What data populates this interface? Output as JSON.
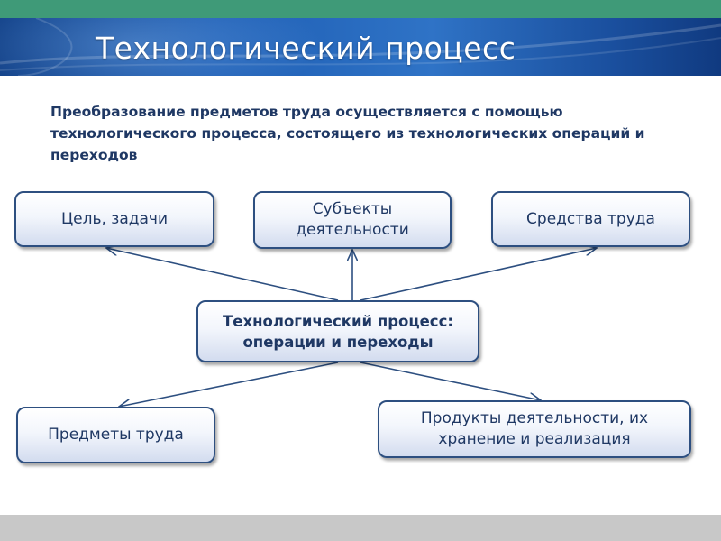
{
  "slide": {
    "title": "Технологический процесс",
    "intro": "Преобразование предметов труда осуществляется с помощью технологического процесса, состоящего из технологических операций и переходов"
  },
  "diagram": {
    "center": "Технологический процесс: операции и переходы",
    "goals": "Цель, задачи",
    "subjects": "Субъекты деятельности",
    "means": "Средства труда",
    "objects": "Предметы труда",
    "products": "Продукты деятельности, их хранение и реализация"
  },
  "colors": {
    "title_bar": "#1e5eb4",
    "top_strip": "#3f9a78",
    "box_border": "#2d4f80",
    "text": "#1f3864",
    "bottom_strip": "#c8c8c8"
  }
}
